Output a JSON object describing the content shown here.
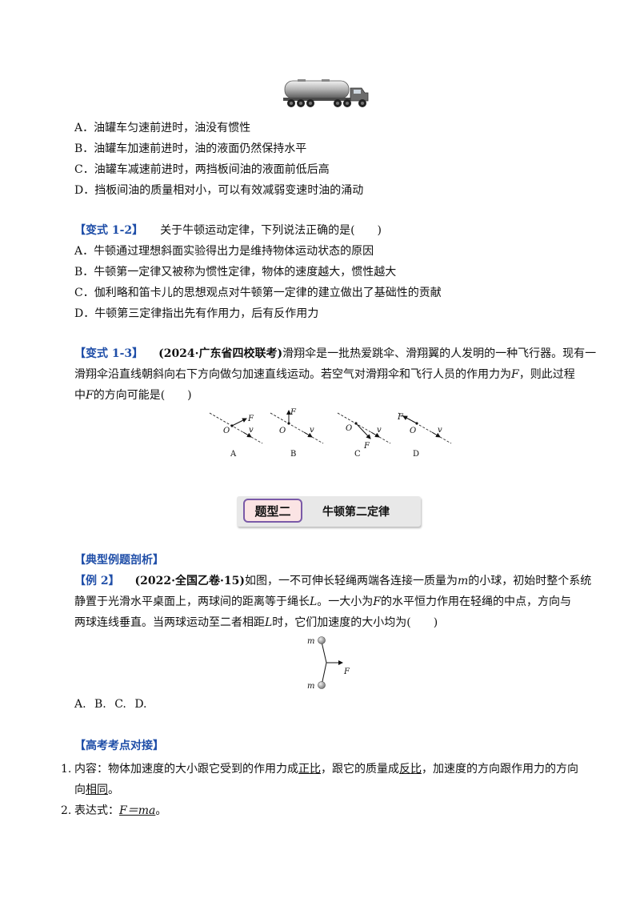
{
  "truck_question": {
    "options": [
      "A．油罐车匀速前进时，油没有惯性",
      "B．油罐车加速前进时，油的液面仍然保持水平",
      "C．油罐车减速前进时，两挡板间油的液面前低后高",
      "D．挡板间油的质量相对小，可以有效减弱变速时油的涌动"
    ]
  },
  "variant_1_2": {
    "tag": "【变式 1-2】",
    "question": "关于牛顿运动定律，下列说法正确的是(　　)",
    "options": [
      "A．牛顿通过理想斜面实验得出力是维持物体运动状态的原因",
      "B．牛顿第一定律又被称为惯性定律，物体的速度越大，惯性越大",
      "C．伽利略和笛卡儿的思想观点对牛顿第一定律的建立做出了基础性的贡献",
      "D．牛顿第三定律指出先有作用力，后有反作用力"
    ]
  },
  "variant_1_3": {
    "tag": "【变式 1-3】",
    "source": "(2024·广东省四校联考)",
    "line1_rest": "滑翔伞是一批热爱跳伞、滑翔翼的人发明的一种飞行器。现有一",
    "line2_a": "滑翔伞沿直线朝斜向右下方向做匀加速直线运动。若空气对滑翔伞和飞行人员的作用力为",
    "line2_var": "F",
    "line2_b": "，则此过程",
    "line3_a": "中",
    "line3_var": "F",
    "line3_b": "的方向可能是(　　)",
    "figure": {
      "point_label": "O",
      "force_label": "F",
      "velocity_label": "v",
      "panel_labels": [
        "A",
        "B",
        "C",
        "D"
      ]
    }
  },
  "section_badge": {
    "left": "题型二",
    "right": "牛顿第二定律"
  },
  "typical": {
    "heading": "【典型例题剖析】",
    "example_tag": "【例 2】",
    "source": "(2022·全国乙卷·15)",
    "l1_a": "如图，一不可伸长轻绳两端各连接一质量为",
    "l1_m": "m",
    "l1_b": "的小球，初始时整个系统",
    "l2_a": "静置于光滑水平桌面上，两球间的距离等于绳长",
    "l2_L": "L",
    "l2_b": "。一大小为",
    "l2_F": "F",
    "l2_c": "的水平恒力作用在轻绳的中点，方向与",
    "l3_a": "两球连线垂直。当两球运动至二者相距",
    "l3_L": "L",
    "l3_b": "时，它们加速度的大小均为(　　)",
    "figure": {
      "mass_label": "m",
      "force_label": "F"
    },
    "choices": "A.  B.  C.  D."
  },
  "exam_link": {
    "heading": "【高考考点对接】",
    "item1_num": "1.",
    "item1_a": "内容：物体加速度的大小跟它受到的作用力成",
    "item1_u1": "正比",
    "item1_b": "，跟它的质量成",
    "item1_u2": "反比",
    "item1_c": "，加速度的方向跟作用力的方向",
    "item1_d": "向",
    "item1_u3": "相同",
    "item1_e": "。",
    "item2_num": "2.",
    "item2_a": "表达式：",
    "item2_formula": "F＝ma",
    "item2_b": "。"
  }
}
